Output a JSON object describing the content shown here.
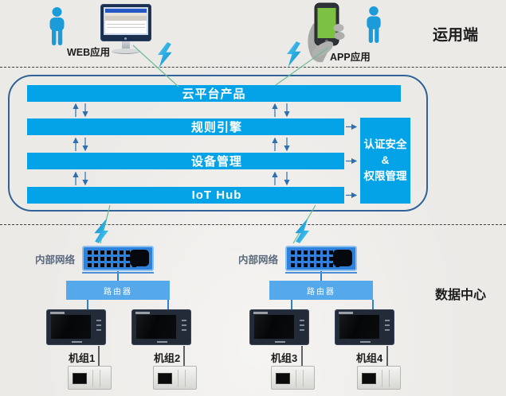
{
  "header": {
    "usage_end_label": "运用端",
    "web_app_label": "WEB应用",
    "app_app_label": "APP应用"
  },
  "platform": {
    "bars": [
      {
        "label": "云平台产品"
      },
      {
        "label": "规则引擎"
      },
      {
        "label": "设备管理"
      },
      {
        "label": "IoT Hub"
      }
    ],
    "auth_box": {
      "line1": "认证安全",
      "line2": "&",
      "line3": "权限管理"
    }
  },
  "datacenter": {
    "section_label": "数据中心",
    "clusters": [
      {
        "network_label": "内部网络",
        "router_label": "路由器"
      },
      {
        "network_label": "内部网络",
        "router_label": "路由器"
      }
    ],
    "units": [
      {
        "label": "机组1"
      },
      {
        "label": "机组2"
      },
      {
        "label": "机组3"
      },
      {
        "label": "机组4"
      }
    ]
  },
  "icons": {
    "person": "user-silhouette-icon",
    "monitor": "desktop-monitor-icon",
    "phone": "hand-holding-phone-icon",
    "lightning": "lightning-bolt-icon",
    "switch": "network-switch-icon",
    "hmi": "hmi-panel-icon",
    "plc": "plc-device-icon"
  },
  "colors": {
    "bar_cyan": "#04a3e8",
    "container_border": "#2f6399",
    "arrow_blue": "#2e6fb0",
    "switch_blue": "#2e82dc",
    "router_blue": "#55a8ea",
    "person_blue": "#1b9cd8",
    "bolt_cyan": "#2bbdf0",
    "phone_screen_green": "#7cc142",
    "background": "#eceae7"
  }
}
